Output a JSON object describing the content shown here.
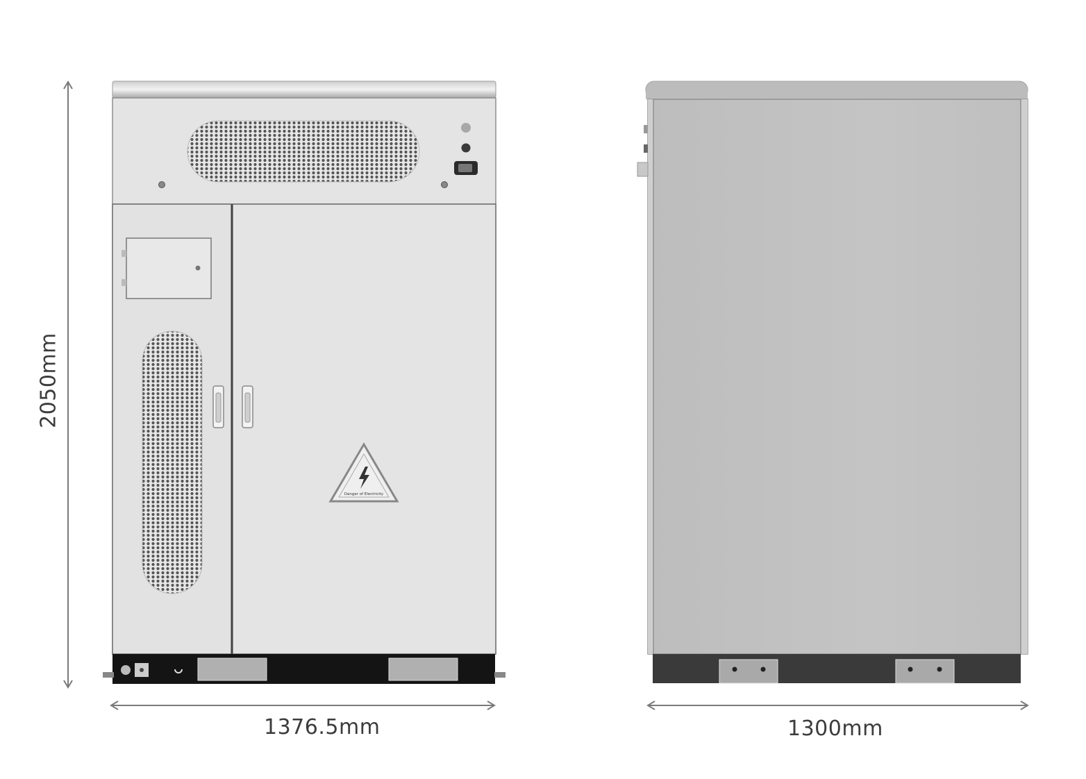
{
  "dimensions": {
    "height": "2050mm",
    "front_width": "1376.5mm",
    "side_depth": "1300mm"
  },
  "warning_sign": {
    "text": "Danger of Electricity"
  },
  "colors": {
    "cabinet_body": "#e3e3e3",
    "side_panel": "#c1c1c1",
    "base_dark": "#1a1a1a",
    "dimension_line": "#7a7a7a"
  }
}
